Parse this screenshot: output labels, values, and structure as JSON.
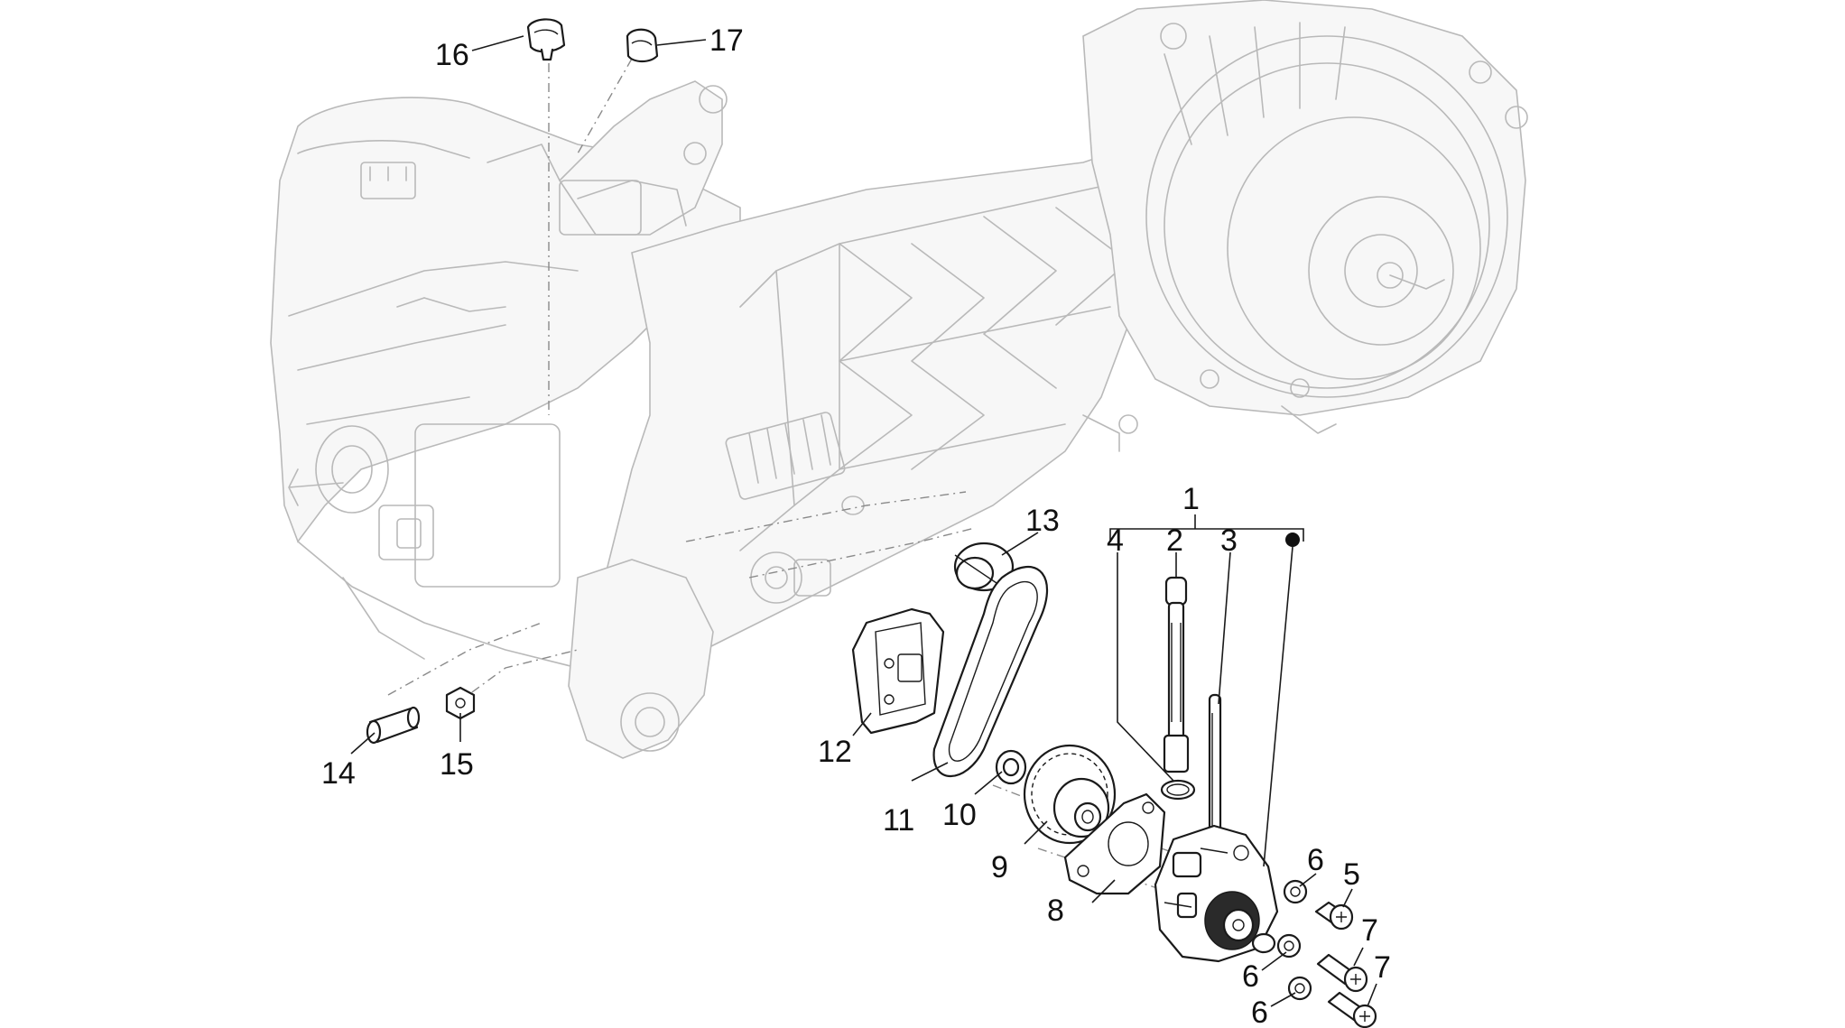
{
  "callouts": [
    {
      "id": "c1",
      "text": "1"
    },
    {
      "id": "c2",
      "text": "2"
    },
    {
      "id": "c3",
      "text": "3"
    },
    {
      "id": "c4",
      "text": "4"
    },
    {
      "id": "c5",
      "text": "5"
    },
    {
      "id": "c6a",
      "text": "6"
    },
    {
      "id": "c6b",
      "text": "6"
    },
    {
      "id": "c6c",
      "text": "6"
    },
    {
      "id": "c7a",
      "text": "7"
    },
    {
      "id": "c7b",
      "text": "7"
    },
    {
      "id": "c8",
      "text": "8"
    },
    {
      "id": "c9",
      "text": "9"
    },
    {
      "id": "c10",
      "text": "10"
    },
    {
      "id": "c11",
      "text": "11"
    },
    {
      "id": "c12",
      "text": "12"
    },
    {
      "id": "c13",
      "text": "13"
    },
    {
      "id": "c14",
      "text": "14"
    },
    {
      "id": "c15",
      "text": "15"
    },
    {
      "id": "c16",
      "text": "16"
    },
    {
      "id": "c17",
      "text": "17"
    }
  ],
  "icons": {
    "kit_marker": "filled-dot-icon"
  },
  "colors": {
    "background": "#ffffff",
    "engine_outline": "#b9b9b9",
    "part_outline": "#1a1a1a"
  }
}
